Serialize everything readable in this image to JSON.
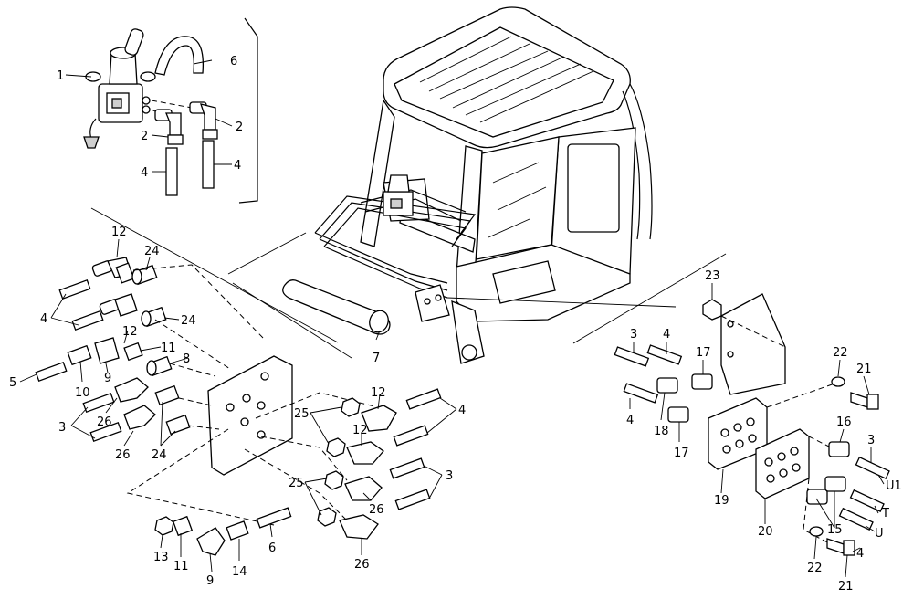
{
  "labels": {
    "l1": "1",
    "l6": "6",
    "l2a": "2",
    "l2b": "2",
    "l4a": "4",
    "l4b": "4",
    "l12a": "12",
    "l24a": "24",
    "l4c": "4",
    "l24b": "24",
    "l12b": "12",
    "l11a": "11",
    "l8": "8",
    "l5": "5",
    "l9a": "9",
    "l10": "10",
    "l7": "7",
    "l26a": "26",
    "l3a": "3",
    "l26b": "26",
    "l24c": "24",
    "l12c": "12",
    "l25a": "25",
    "l12d": "12",
    "l4d": "4",
    "l25b": "25",
    "l26c": "26",
    "l3b": "3",
    "l26d": "26",
    "l13": "13",
    "l11b": "11",
    "l9b": "9",
    "l14": "14",
    "l6b": "6",
    "l23": "23",
    "l3c": "3",
    "l4e": "4",
    "l17a": "17",
    "l4f": "4",
    "l18": "18",
    "l17b": "17",
    "l22a": "22",
    "l21a": "21",
    "l16": "16",
    "l3d": "3",
    "lU1": "U1",
    "lT": "T",
    "lU": "U",
    "l15": "15",
    "l19": "19",
    "l20": "20",
    "l22b": "22",
    "l4g": "4",
    "l21b": "21"
  }
}
